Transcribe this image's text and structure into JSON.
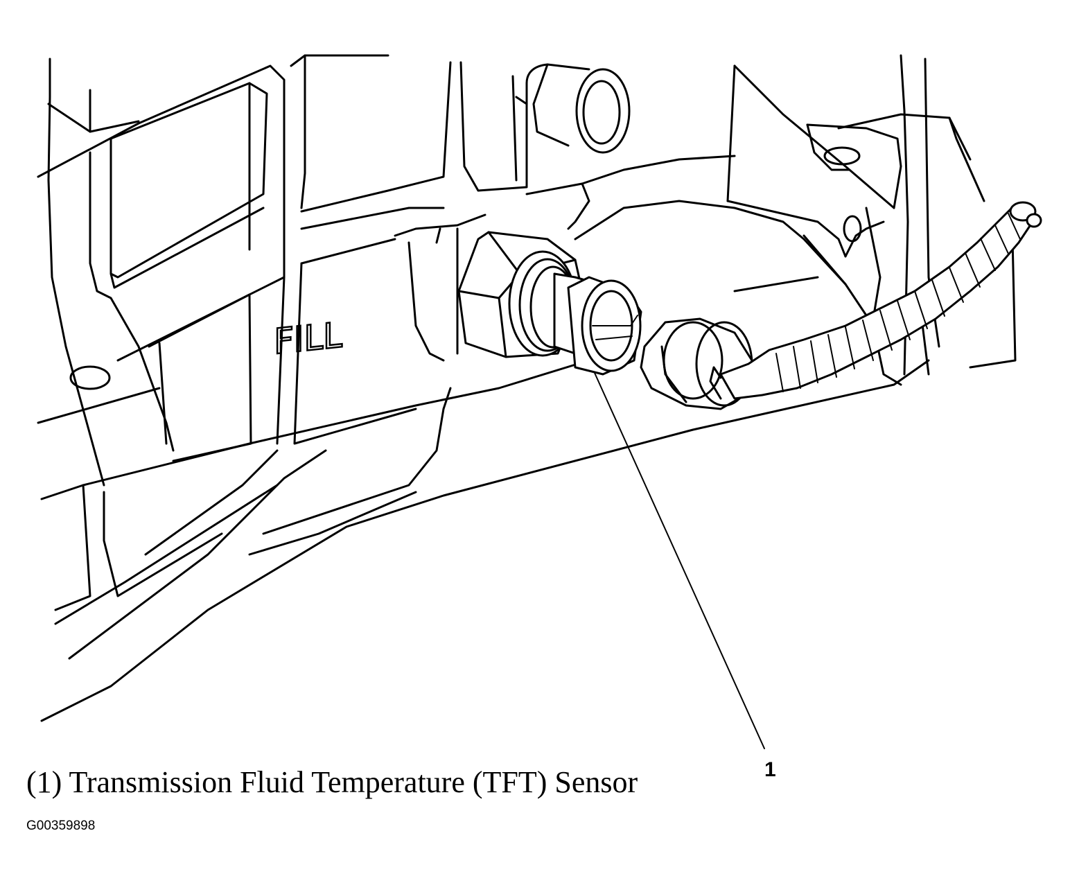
{
  "diagram": {
    "embossed_text": "FILL",
    "callout_number": "1",
    "caption": "(1) Transmission Fluid Temperature (TFT) Sensor",
    "figure_id": "G00359898",
    "line_color": "#000000",
    "background_color": "#ffffff"
  }
}
